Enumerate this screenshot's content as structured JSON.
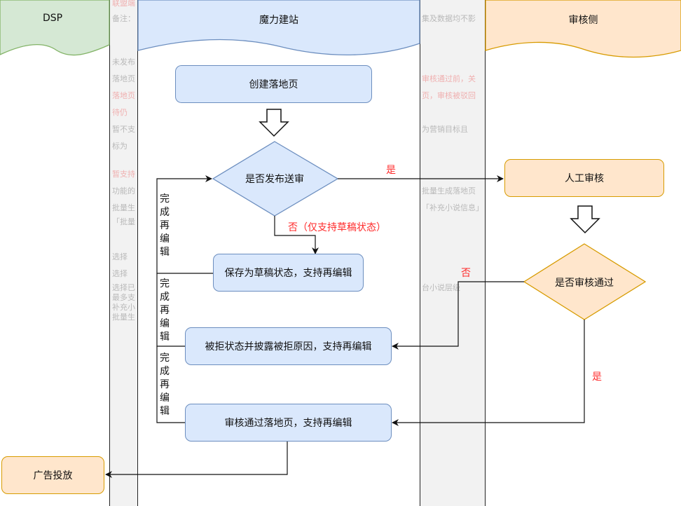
{
  "lanes": {
    "dsp": "DSP",
    "moli": "魔力建站",
    "review": "审核侧"
  },
  "background_text": [
    {
      "text": "联盟端",
      "red": true
    },
    {
      "text": "备注：",
      "red": false
    },
    {
      "text": "集及数据均不影",
      "red": false
    },
    {
      "text": "未发布",
      "red": false
    },
    {
      "text": "落地页",
      "red": false
    },
    {
      "text": "审核通过前，关",
      "red": true
    },
    {
      "text": "落地页",
      "red": true
    },
    {
      "text": "页，审核被驳回",
      "red": true
    },
    {
      "text": "待仍",
      "red": true
    },
    {
      "text": "暂不支",
      "red": false
    },
    {
      "text": "为营销目标且",
      "red": false
    },
    {
      "text": "标为",
      "red": false
    },
    {
      "text": "暂支持",
      "red": true
    },
    {
      "text": "功能的",
      "red": false
    },
    {
      "text": "批量生成落地页",
      "red": false
    },
    {
      "text": "批量生",
      "red": false
    },
    {
      "text": "「补充小说信息」",
      "red": false
    },
    {
      "text": "「批量",
      "red": false
    },
    {
      "text": "选择",
      "red": false
    },
    {
      "text": "选择",
      "red": false
    },
    {
      "text": "选择已",
      "red": false
    },
    {
      "text": "最多支",
      "red": false
    },
    {
      "text": "补充小",
      "red": false
    },
    {
      "text": "批量生",
      "red": false
    },
    {
      "text": "台小说层级",
      "red": false
    }
  ],
  "nodes": {
    "create": "创建落地页",
    "publish_decision": "是否发布送审",
    "draft": "保存为草稿状态，支持再编辑",
    "rejected": "被拒状态并披露被拒原因，支持再编辑",
    "approved": "审核通过落地页，支持再编辑",
    "ad_delivery": "广告投放",
    "manual_review": "人工审核",
    "review_decision": "是否审核通过"
  },
  "edge_labels": {
    "yes_publish": "是",
    "no_draft": "否（仅支持草稿状态）",
    "no_reject": "否",
    "yes_approve": "是",
    "loop_1": "完成再编辑",
    "loop_2": "完成再编辑",
    "loop_3": "完成再编辑"
  },
  "colors": {
    "blue_fill": "#dae8fc",
    "blue_stroke": "#6c8ebf",
    "orange_fill": "#ffe6cc",
    "orange_stroke": "#d79b00",
    "green_fill": "#d5e8d4",
    "green_stroke": "#82b366",
    "red_text": "#ff2b2b"
  }
}
